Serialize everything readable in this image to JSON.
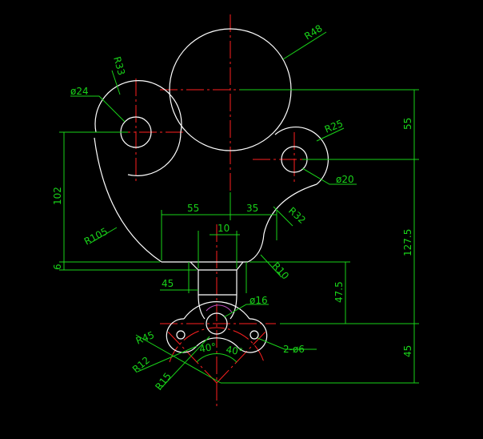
{
  "drawing": {
    "background": "#000000",
    "colors": {
      "object": "#ffffff",
      "centerline": "#ff2020",
      "dimension": "#19d219",
      "hidden": "#c050c0"
    },
    "labels": {
      "r48": "R48",
      "r33": "R33",
      "d24": "ø24",
      "r25": "R25",
      "d20": "ø20",
      "r32": "R32",
      "r105": "R105",
      "r10": "R10",
      "d16": "ø16",
      "r45": "R45",
      "r12": "R12",
      "r15": "R15",
      "holes": "2-ø6",
      "dim55_right": "55",
      "dim1275": "127.5",
      "dim475": "47.5",
      "dim45_right": "45",
      "dim102": "102",
      "dim6": "6",
      "dim55_top": "55",
      "dim35": "35",
      "dim10": "10",
      "dim45_left": "45",
      "ang40a": "40°",
      "ang40b": "40°"
    }
  }
}
